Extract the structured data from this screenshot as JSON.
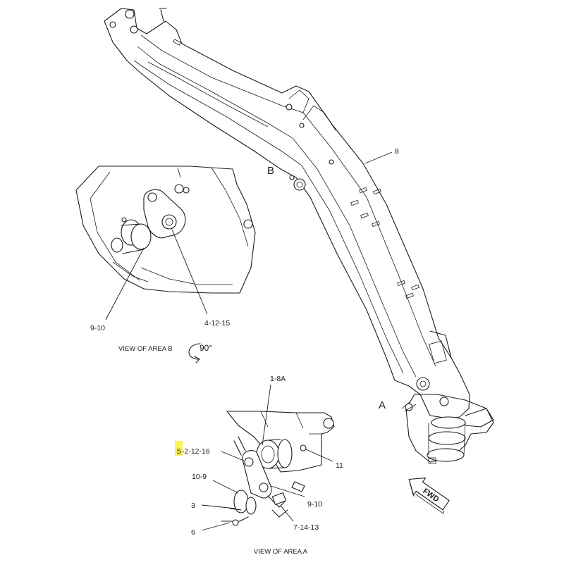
{
  "callouts": {
    "c8": "8",
    "c_b_9_10": "9-10",
    "c_4_12_15": "4-12-15",
    "c_1_8a": "1-8A",
    "c_5_prefix": "5",
    "c_5_rest": "-2-12-16",
    "c_11": "11",
    "c_10_9": "10-9",
    "c_3": "3",
    "c_6": "6",
    "c_a_9_10": "9-10",
    "c_7_14_13": "7-14-13"
  },
  "area_labels": {
    "a": "A",
    "b": "B"
  },
  "views": {
    "view_b": "VIEW OF AREA  B",
    "rotation": "90°",
    "view_a": "VIEW OF AREA  A"
  },
  "fwd_label": "FWD",
  "colors": {
    "highlight": "#fbf257",
    "line": "#1a1a1a"
  }
}
